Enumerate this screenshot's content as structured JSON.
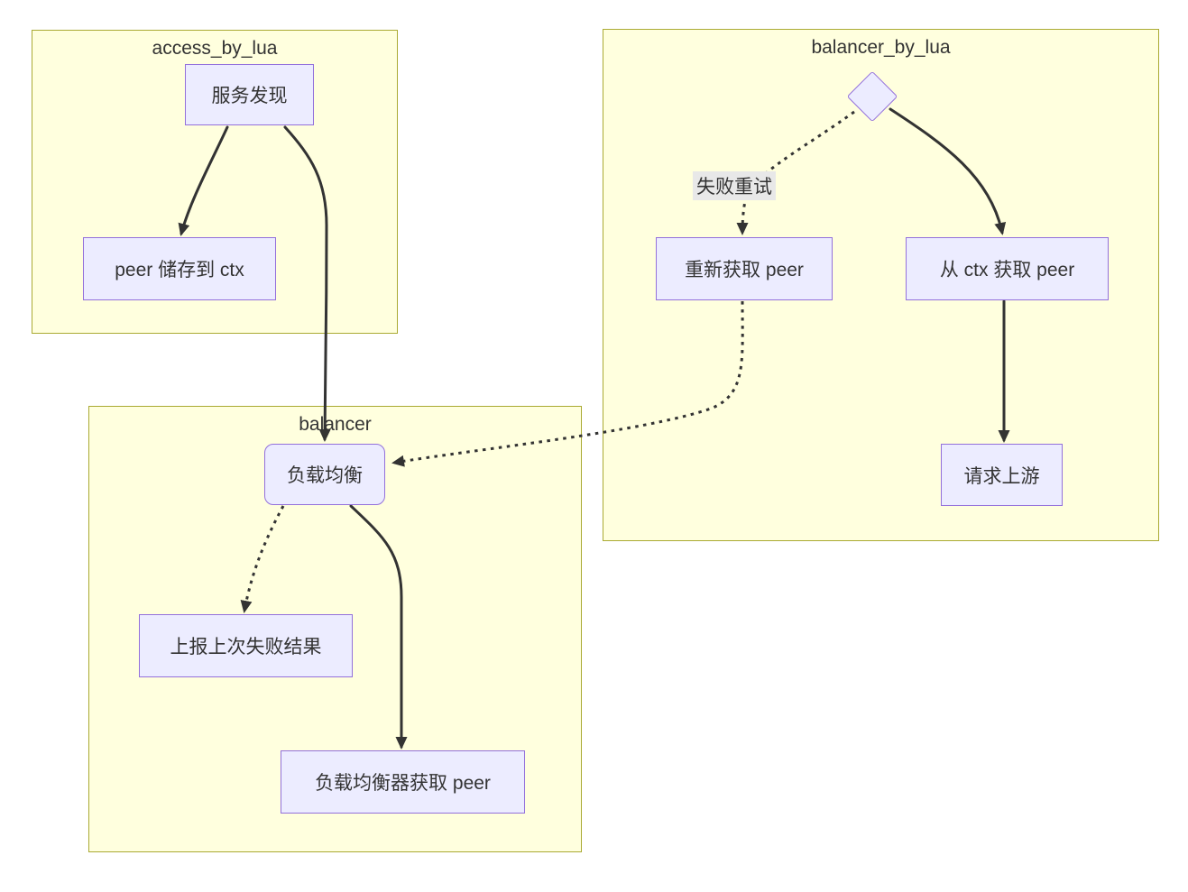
{
  "diagram": {
    "type": "flowchart",
    "clusters": [
      {
        "id": "access_by_lua",
        "title": "access_by_lua"
      },
      {
        "id": "balancer_by_lua",
        "title": "balancer_by_lua"
      },
      {
        "id": "balancer",
        "title": "balancer"
      }
    ],
    "nodes": [
      {
        "id": "service-discovery",
        "label": "服务发现",
        "cluster": "access_by_lua",
        "shape": "rect"
      },
      {
        "id": "peer-store-to-ctx",
        "label": "peer 储存到 ctx",
        "cluster": "access_by_lua",
        "shape": "rect"
      },
      {
        "id": "refetch-peer",
        "label": "重新获取 peer",
        "cluster": "balancer_by_lua",
        "shape": "rect"
      },
      {
        "id": "get-peer-from-ctx",
        "label": "从 ctx 获取 peer",
        "cluster": "balancer_by_lua",
        "shape": "rect"
      },
      {
        "id": "request-upstream",
        "label": "请求上游",
        "cluster": "balancer_by_lua",
        "shape": "rect"
      },
      {
        "id": "load-balance",
        "label": "负载均衡",
        "cluster": "balancer",
        "shape": "rounded"
      },
      {
        "id": "report-last-failure",
        "label": "上报上次失败结果",
        "cluster": "balancer",
        "shape": "rect"
      },
      {
        "id": "balancer-get-peer",
        "label": "负载均衡器获取 peer",
        "cluster": "balancer",
        "shape": "rect"
      },
      {
        "id": "decision",
        "label": "",
        "cluster": "balancer_by_lua",
        "shape": "diamond"
      }
    ],
    "edges": [
      {
        "from": "service-discovery",
        "to": "peer-store-to-ctx",
        "style": "solid",
        "label": ""
      },
      {
        "from": "service-discovery",
        "to": "load-balance",
        "style": "solid",
        "label": ""
      },
      {
        "from": "decision",
        "to": "refetch-peer",
        "style": "dotted",
        "label": "失败重试"
      },
      {
        "from": "decision",
        "to": "get-peer-from-ctx",
        "style": "solid",
        "label": ""
      },
      {
        "from": "refetch-peer",
        "to": "load-balance",
        "style": "dotted",
        "label": ""
      },
      {
        "from": "get-peer-from-ctx",
        "to": "request-upstream",
        "style": "solid",
        "label": ""
      },
      {
        "from": "load-balance",
        "to": "report-last-failure",
        "style": "dotted",
        "label": ""
      },
      {
        "from": "load-balance",
        "to": "balancer-get-peer",
        "style": "solid",
        "label": ""
      }
    ],
    "colors": {
      "background": "#ffffff",
      "cluster_fill": "#ffffde",
      "cluster_border": "#aaaa33",
      "node_fill": "#ececff",
      "node_border": "#9370db",
      "edge": "#333333",
      "text": "#333333",
      "edge_label_bg": "#e8e8e8"
    }
  }
}
